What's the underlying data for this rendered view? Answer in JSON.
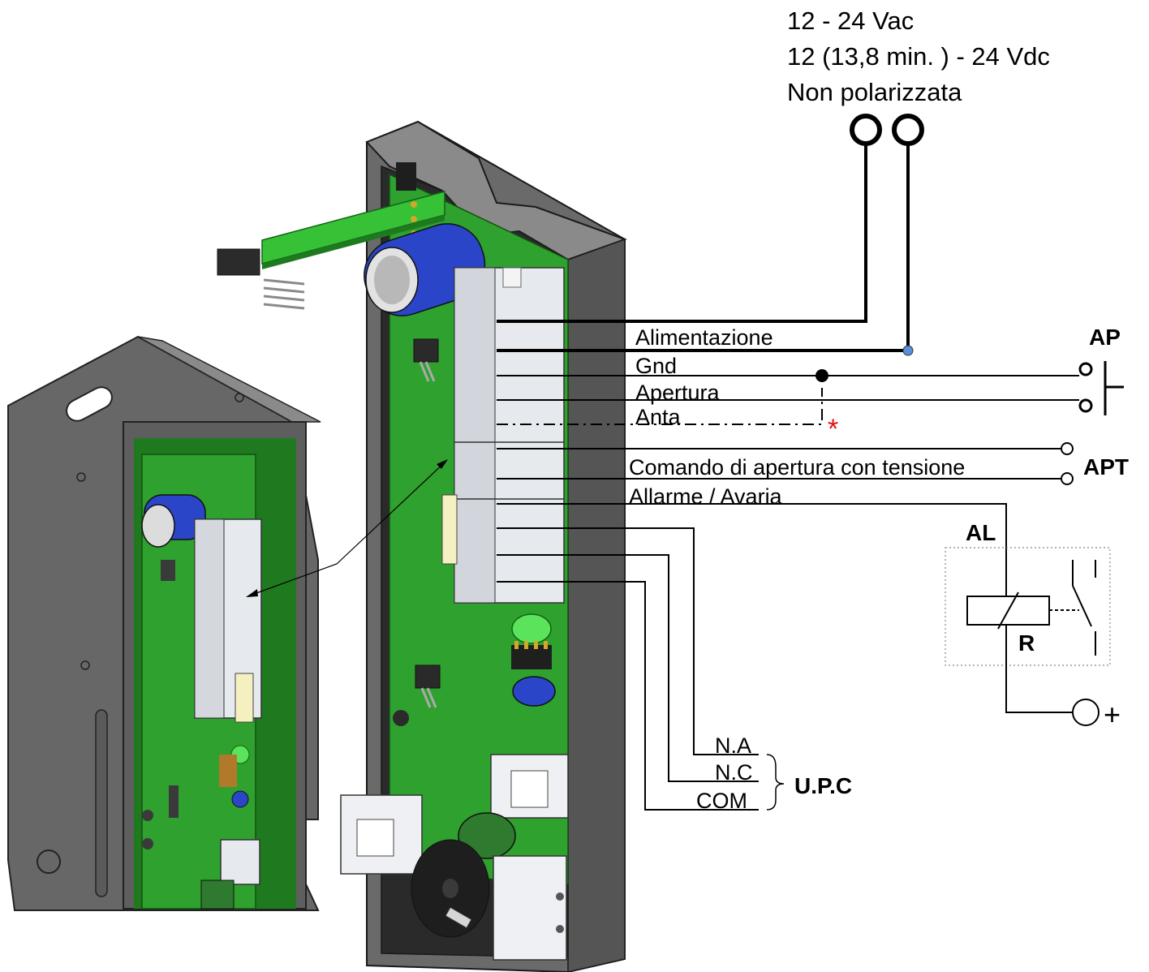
{
  "supply": {
    "line1": "12 - 24 Vac",
    "line2": "12 (13,8 min. ) - 24 Vdc",
    "line3": "Non polarizzata"
  },
  "wires": {
    "alimentazione": "Alimentazione",
    "gnd": "Gnd",
    "apertura": "Apertura",
    "anta": "Anta",
    "comando": "Comando di apertura con tensione",
    "allarme": "Allarme / Avaria"
  },
  "terminals": {
    "ap": "AP",
    "apt": "APT",
    "al": "AL",
    "r": "R",
    "plus": "+",
    "asterisk": "*"
  },
  "upc": {
    "na": "N.A",
    "nc": "N.C",
    "com": "COM",
    "label": "U.P.C"
  },
  "colors": {
    "pcb": "#2fa12f",
    "housing": "#5a5a5a",
    "capacitor": "#2a45c8",
    "connector": "#e6e9ee",
    "asterisk": "#e01010",
    "junction_blue": "#5b8fd6"
  }
}
